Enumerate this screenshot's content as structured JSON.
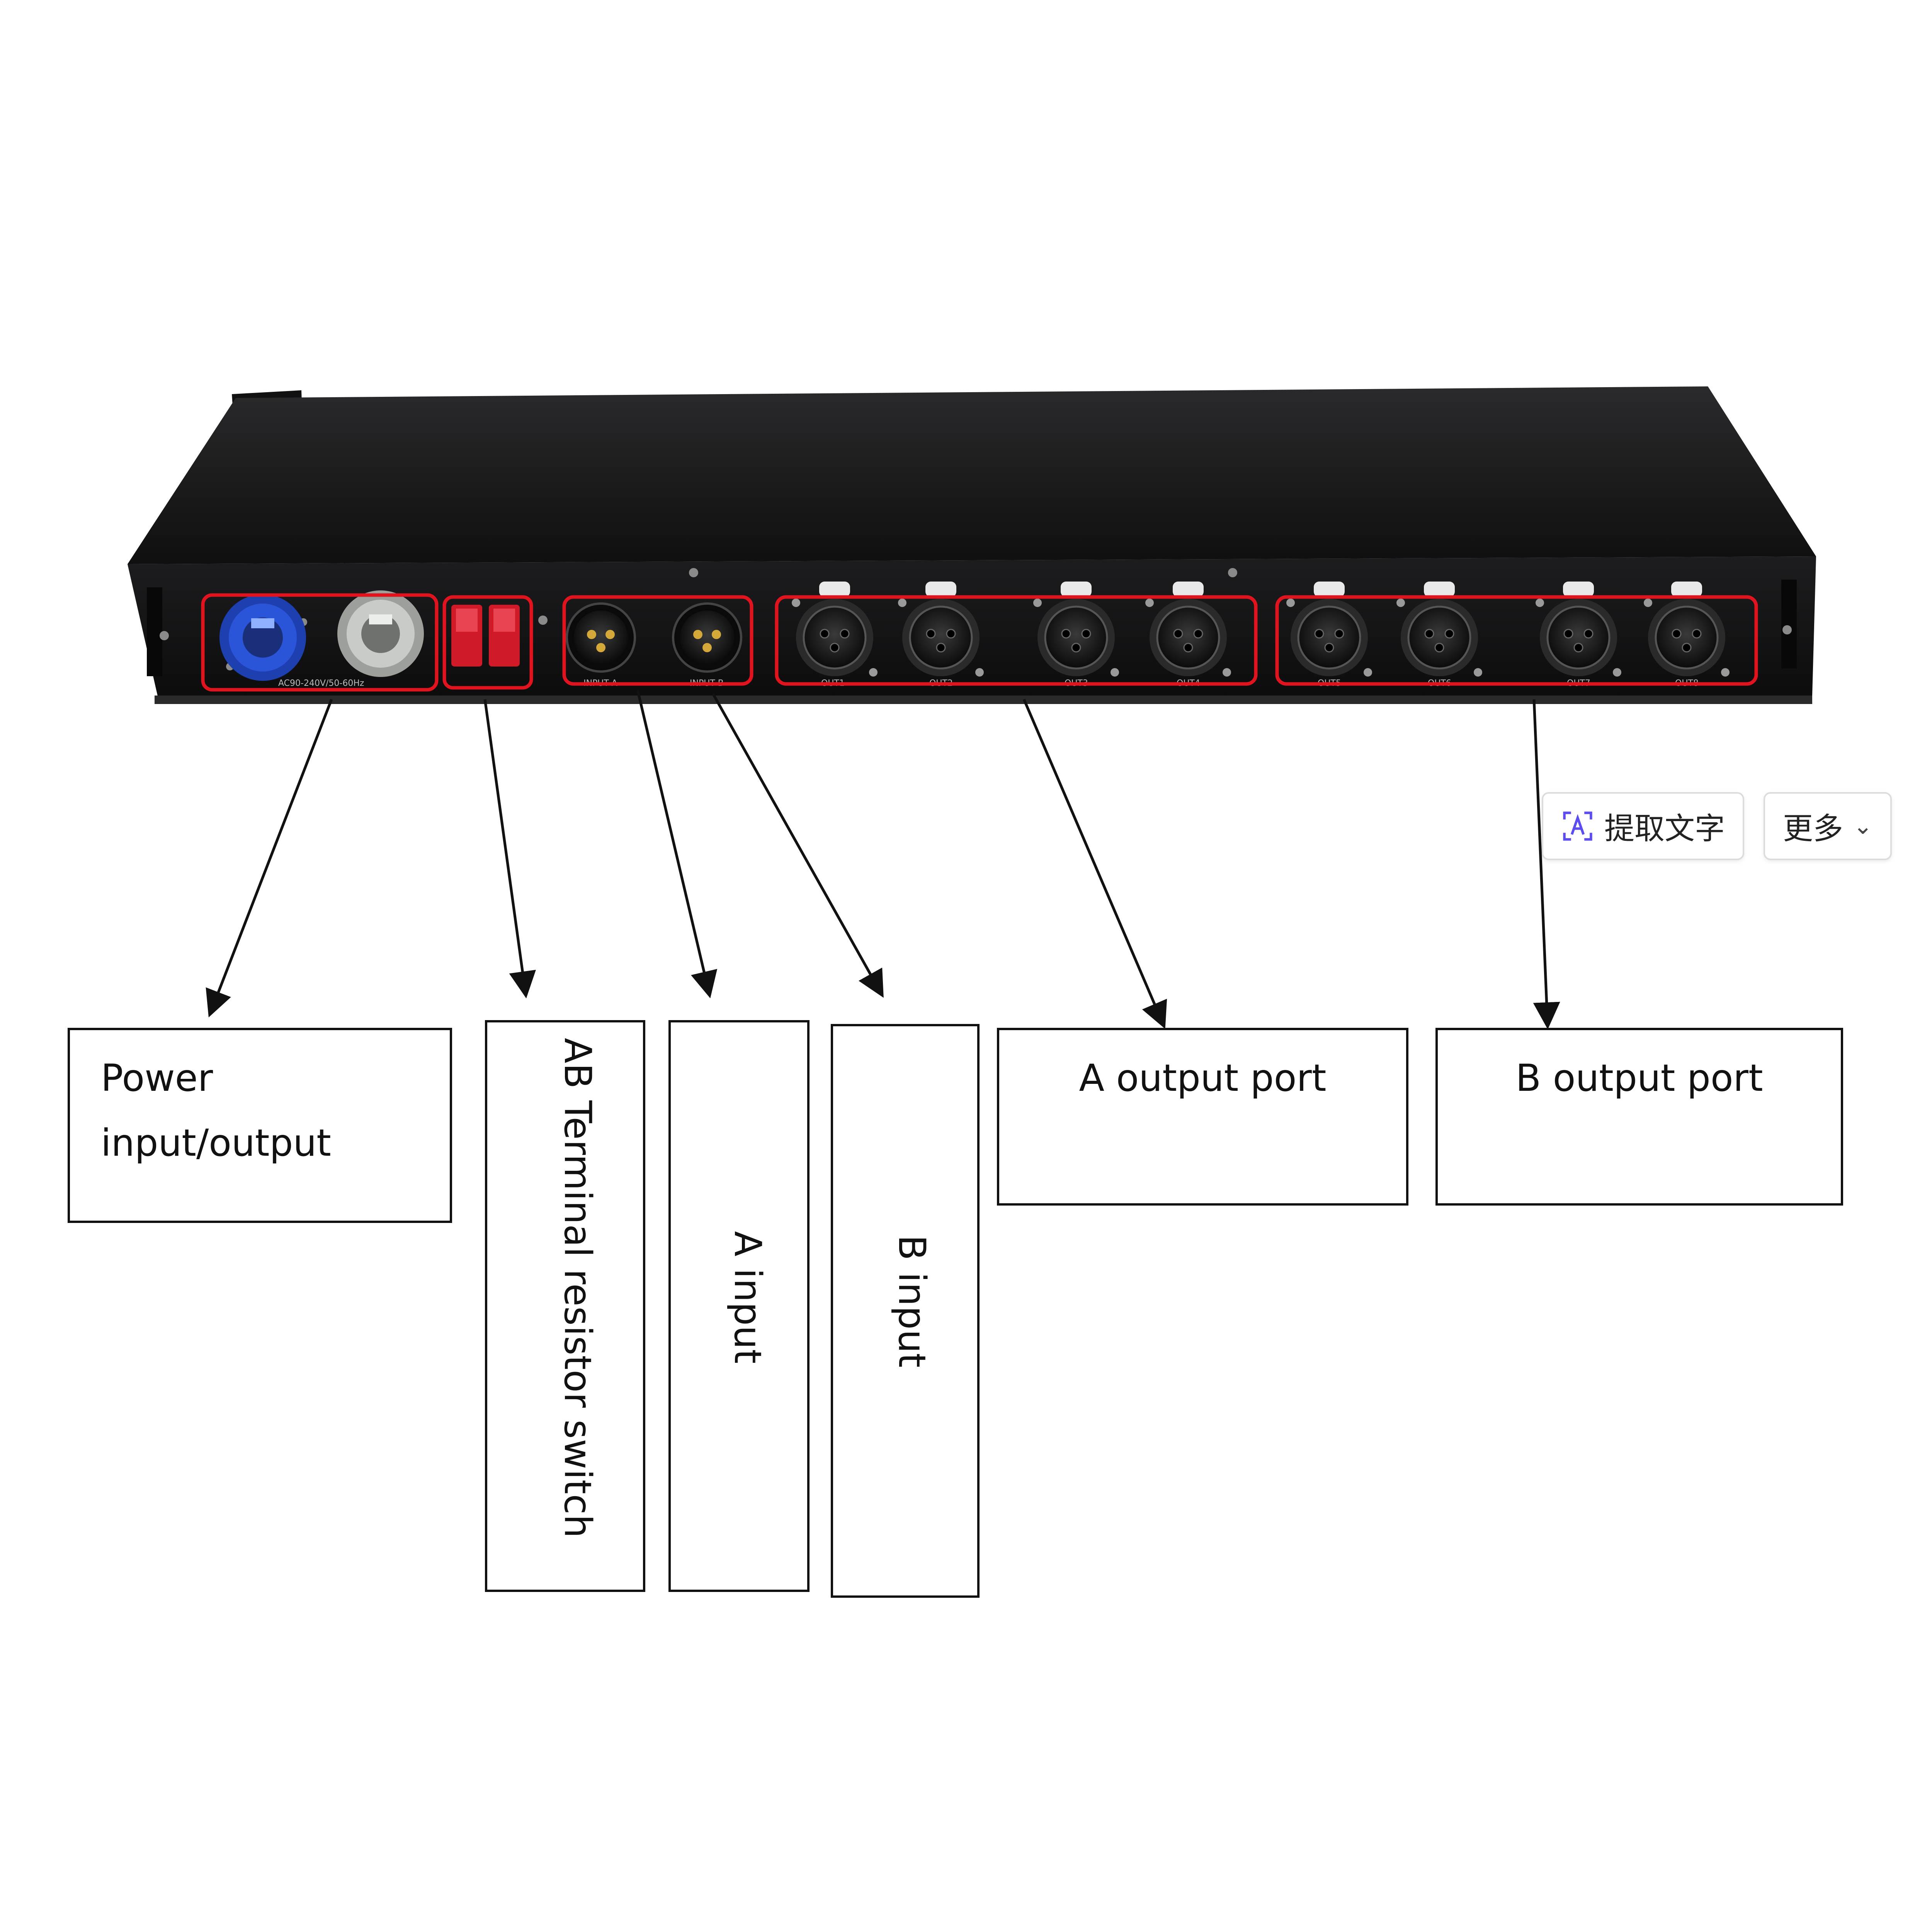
{
  "panel": {
    "power_caption": "AC90-240V/50-60Hz",
    "input_captions": [
      "INPUT A",
      "INPUT B"
    ],
    "output_captions": [
      "OUT1",
      "OUT2",
      "OUT3",
      "OUT4",
      "OUT5",
      "OUT6",
      "OUT7",
      "OUT8"
    ]
  },
  "callouts": {
    "power": "Power\ninput/output",
    "switch": "AB Terminal resistor switch",
    "a_input": "A input",
    "b_input": "B input",
    "a_output": "A output port",
    "b_output": "B output port"
  },
  "ocr_toolbar": {
    "extract_text": "提取文字",
    "more": "更多"
  },
  "colors": {
    "highlight": "#e0141e",
    "chassis": "#1b1b1d",
    "power_in": "#2a55d8",
    "power_out": "#c9cbc6",
    "rocker": "#d11a28"
  },
  "icons": {
    "ocr": "text-scan-icon",
    "more": "chevron-down-icon"
  }
}
